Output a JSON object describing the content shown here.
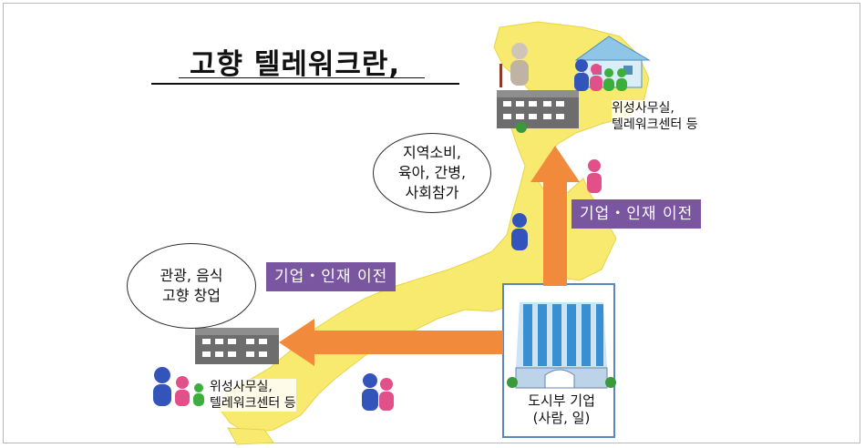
{
  "title": "고향 텔레워크란,",
  "bubbles": {
    "top": "지역소비,\n육아, 간병,\n사회참가",
    "left": "관광, 음식\n고향 창업"
  },
  "banners": {
    "top": "기업・인재 이전",
    "left": "기업・인재 이전"
  },
  "labels": {
    "satellite_top": "위성사무실,\n텔레워크센터 등",
    "satellite_bottom": "위성사무실,\n텔레워크센터 등",
    "hq": "도시부 기업\n(사람, 일)"
  },
  "colors": {
    "map": "#f7ea6e",
    "arrow": "#f28a3c",
    "banner": "#7a55a0",
    "building_stripe": "#3a8fd0",
    "hq_border": "#5b86bd"
  }
}
